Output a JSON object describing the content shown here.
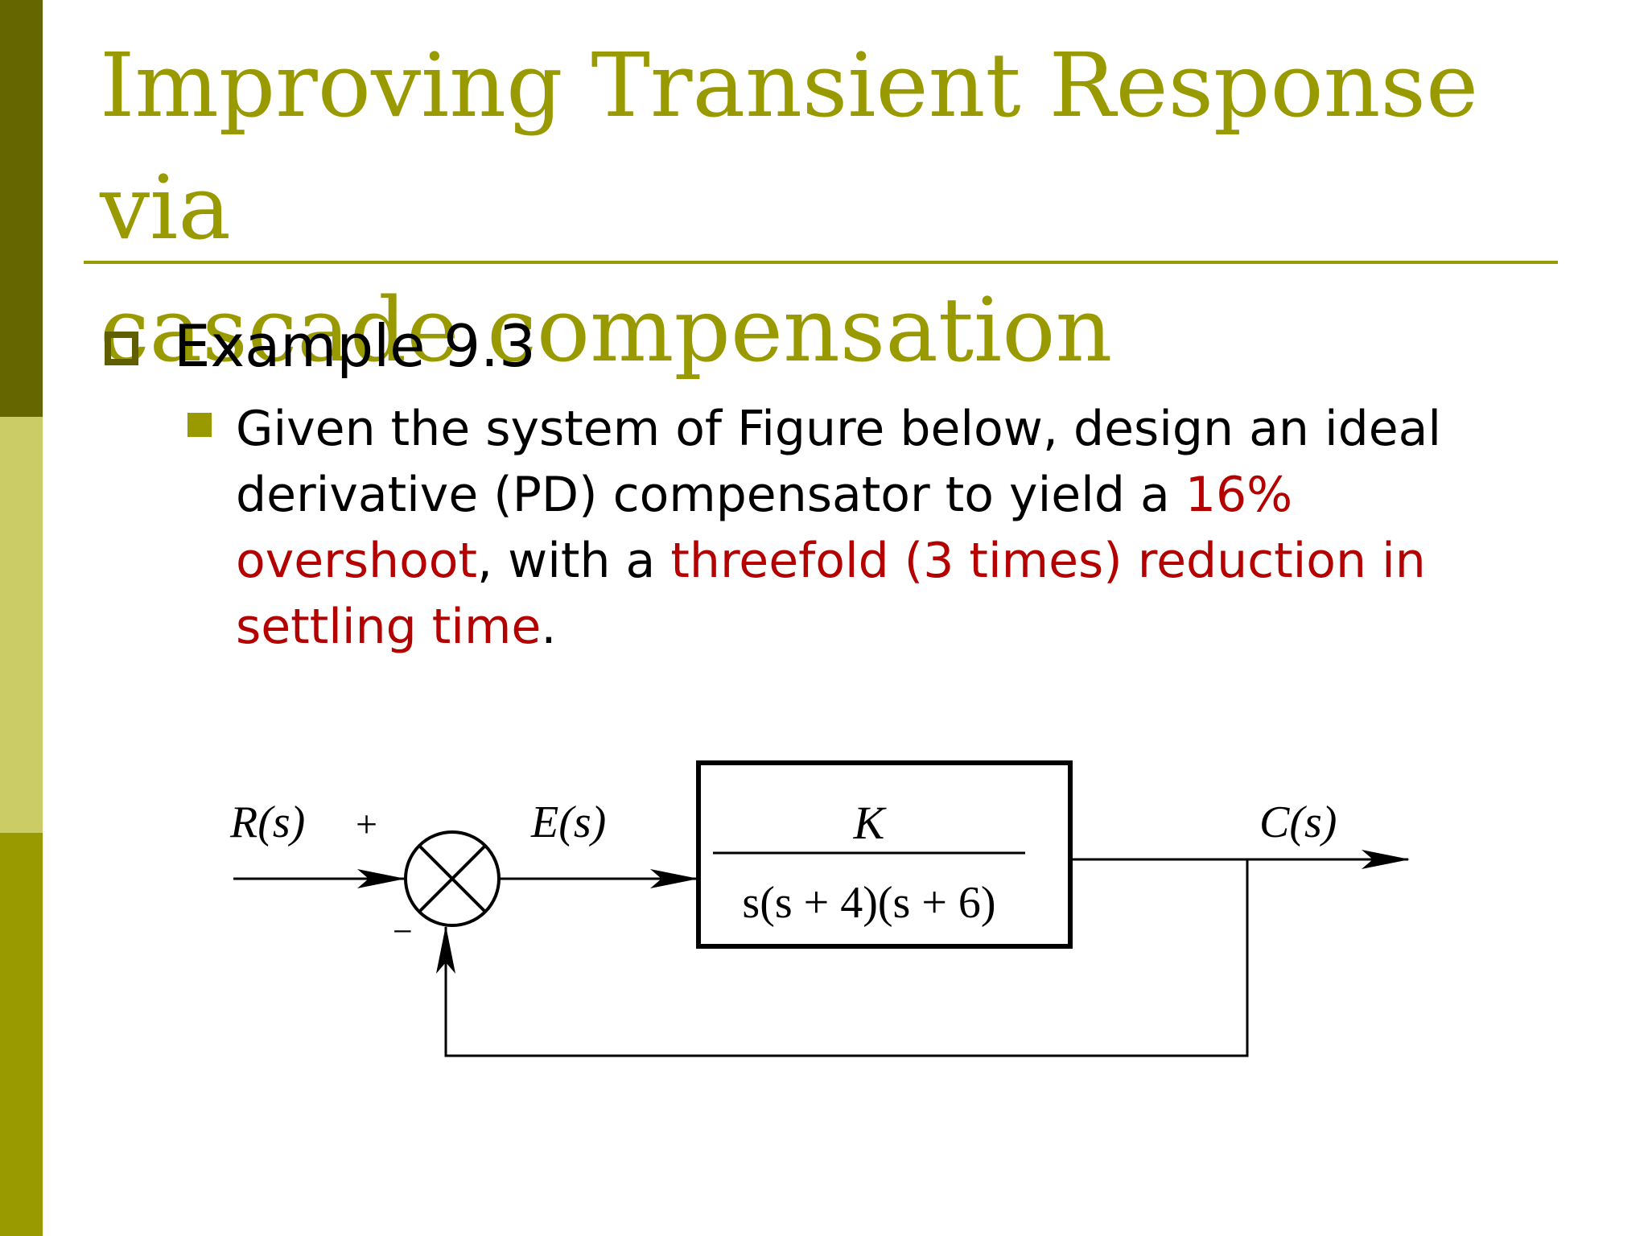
{
  "colors": {
    "title": "#999900",
    "rule": "#999900",
    "sidebar_top": "#666600",
    "sidebar_middle": "#cccc66",
    "sidebar_bottom": "#999900",
    "bullet_level1": "#5f5f00",
    "bullet_level2": "#999900",
    "highlight": "#b40000"
  },
  "slide": {
    "title_line1": "Improving Transient Response via",
    "title_line2": "cascade compensation",
    "bullet1": {
      "icon": "hollow-square-bullet-icon",
      "text": "Example 9.3"
    },
    "bullet2": {
      "icon": "filled-square-bullet-icon",
      "part1": "Given the system of Figure below, design an ideal derivative (PD) compensator to yield a ",
      "highlight1": "16% overshoot",
      "part2": ", with a ",
      "highlight2": "threefold (3 times) reduction in settling time",
      "part3": "."
    }
  },
  "diagram": {
    "input_label": "R(s)",
    "plus_sign": "+",
    "minus_sign": "−",
    "error_label": "E(s)",
    "numerator": "K",
    "denominator": "s(s + 4)(s + 6)",
    "output_label": "C(s)"
  }
}
